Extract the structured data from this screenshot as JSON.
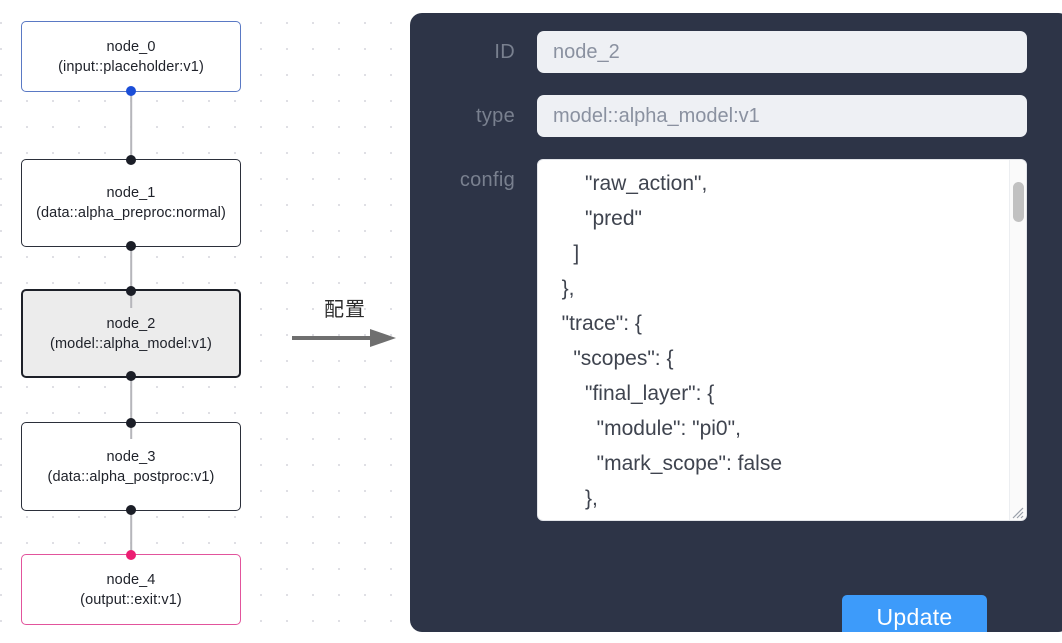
{
  "graph": {
    "nodes": [
      {
        "id": "node_0",
        "type": "(input::placeholder:v1)",
        "kind": "input",
        "selected": false
      },
      {
        "id": "node_1",
        "type": "(data::alpha_preproc:normal)",
        "kind": "default",
        "selected": false
      },
      {
        "id": "node_2",
        "type": "(model::alpha_model:v1)",
        "kind": "default",
        "selected": true
      },
      {
        "id": "node_3",
        "type": "(data::alpha_postproc:v1)",
        "kind": "default",
        "selected": false
      },
      {
        "id": "node_4",
        "type": "(output::exit:v1)",
        "kind": "output",
        "selected": false
      }
    ],
    "colors": {
      "input_border": "#5a79c4",
      "output_border": "#e2539c",
      "selected_fill": "#ececec",
      "handle": "#1b1e27",
      "handle_input": "#1b4ed8",
      "handle_output": "#ec1d72",
      "edge": "#b6b6bb"
    }
  },
  "annotation": {
    "label": "配置",
    "arrow_color": "#6f6f6f"
  },
  "panel": {
    "background": "#2d3447",
    "fields": [
      {
        "label": "ID",
        "value": "node_2"
      },
      {
        "label": "type",
        "value": "model::alpha_model:v1"
      }
    ],
    "config": {
      "label": "config",
      "value": "      \"raw_action\",\n      \"pred\"\n    ]\n  },\n  \"trace\": {\n    \"scopes\": {\n      \"final_layer\": {\n        \"module\": \"pi0\",\n        \"mark_scope\": false\n      },\n      \"action_model\": {",
      "scroll_thumb_position": "near-top"
    },
    "update_label": "Update",
    "update_color": "#3d9bfa"
  }
}
